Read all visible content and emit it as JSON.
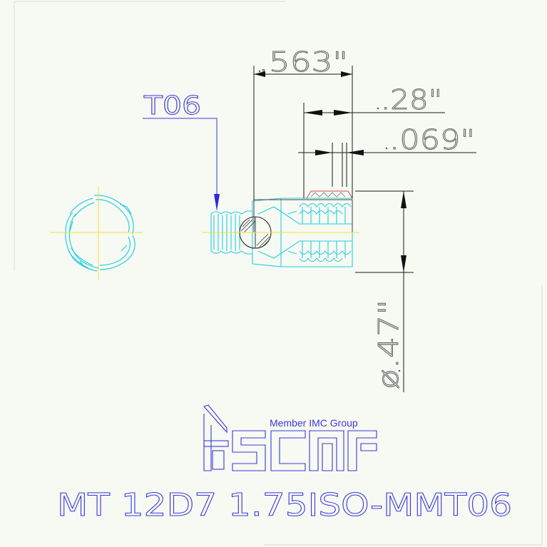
{
  "drawing": {
    "tool_label": "T06",
    "dim_length": ".563\"",
    "dim_thread": ".28\"",
    "dim_pitch": ".069\"",
    "dim_diameter": "ø.47\"",
    "brand_tag": "Member IMC Group",
    "brand_logo": "iscar",
    "part_code": "MT 12D7 1.75ISO-MMT06"
  },
  "colors": {
    "dimension": "#6b6b6b",
    "label": "#3a3ad8",
    "part_outline": "#22cfe0",
    "centerline": "#f2e23a",
    "logo": "#3a3ad8",
    "background": "#f7f9f3"
  }
}
